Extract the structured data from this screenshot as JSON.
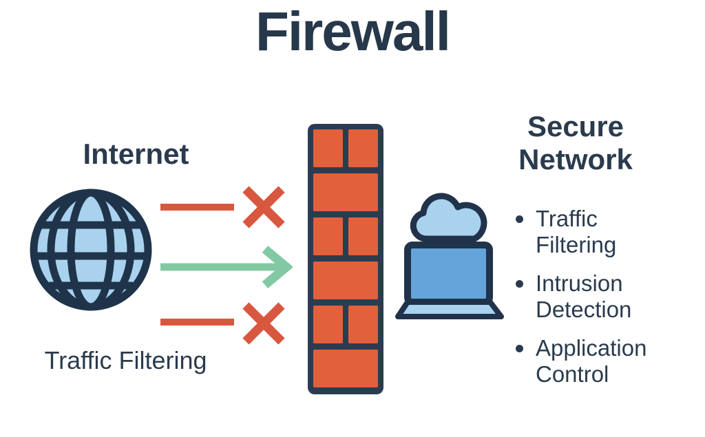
{
  "title": "Firewall",
  "internet": {
    "label": "Internet",
    "icon": "globe-icon",
    "caption": "Traffic Filtering"
  },
  "flows": [
    {
      "type": "blocked",
      "icon": "blocked-x-icon",
      "color": "#d8573f"
    },
    {
      "type": "allowed",
      "icon": "allowed-arrow-icon",
      "color": "#82c9a3"
    },
    {
      "type": "blocked",
      "icon": "blocked-x-icon",
      "color": "#d8573f"
    }
  ],
  "firewall": {
    "icon": "brick-wall-icon",
    "brick_color": "#e2603c",
    "mortar_color": "#2b3c51"
  },
  "secure_network": {
    "heading": "Secure Network",
    "icons": [
      "cloud-icon",
      "laptop-icon"
    ],
    "items": [
      {
        "label": "Traffic Filtering"
      },
      {
        "label": "Intrusion Detection"
      },
      {
        "label": "Application Control"
      }
    ]
  },
  "colors": {
    "text_navy": "#2b3b4e",
    "title_navy": "#263849",
    "outline_navy": "#20334a",
    "light_blue": "#a9d2ee",
    "medium_blue": "#64a4d8",
    "brick_orange": "#e2603c",
    "blocked_red": "#d8573f",
    "allowed_green": "#82c9a3"
  }
}
